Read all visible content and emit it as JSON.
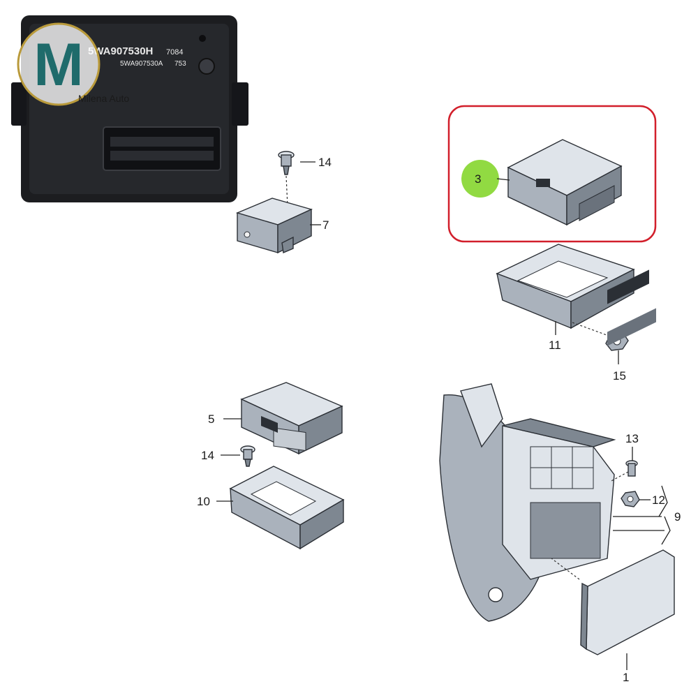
{
  "photo": {
    "part_number_main": "5WA907530H",
    "code_right": "7084",
    "part_number_sub": "5WA907530A",
    "code_sub": "753"
  },
  "watermark": {
    "logo_letter": "M",
    "brand": "Milena Auto"
  },
  "callouts": {
    "c1": "1",
    "c3": "3",
    "c5": "5",
    "c7": "7",
    "c9": "9",
    "c10": "10",
    "c11": "11",
    "c12": "12",
    "c13": "13",
    "c14_top": "14",
    "c14_mid": "14",
    "c15": "15"
  },
  "colors": {
    "highlight_box": "#d21f2b",
    "highlight_circle": "#7ed321",
    "ecu_body": "#1c1d20",
    "logo_teal": "#1f6b6b",
    "logo_gold": "#b99a3b"
  }
}
